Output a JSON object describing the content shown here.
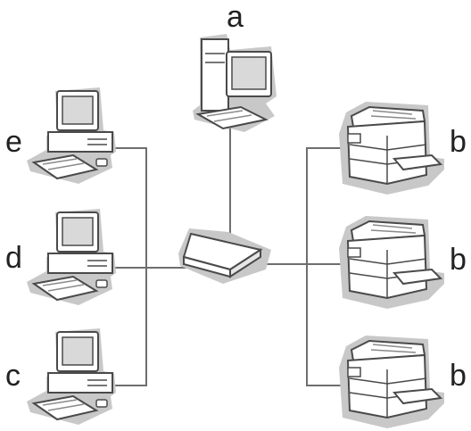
{
  "nodes": {
    "server": {
      "label": "a",
      "icon": "tower-computer-icon"
    },
    "clients": [
      {
        "label": "e",
        "icon": "desktop-computer-icon"
      },
      {
        "label": "d",
        "icon": "desktop-computer-icon"
      },
      {
        "label": "c",
        "icon": "desktop-computer-icon"
      }
    ],
    "printers": [
      {
        "label": "b",
        "icon": "printer-icon"
      },
      {
        "label": "b",
        "icon": "printer-icon"
      },
      {
        "label": "b",
        "icon": "printer-icon"
      }
    ],
    "hub": {
      "icon": "network-hub-icon"
    }
  },
  "colors": {
    "wire": "#6e6e6e",
    "halo": "#c8c8c8",
    "outline": "#4a4a4a",
    "fill": "#ffffff"
  }
}
